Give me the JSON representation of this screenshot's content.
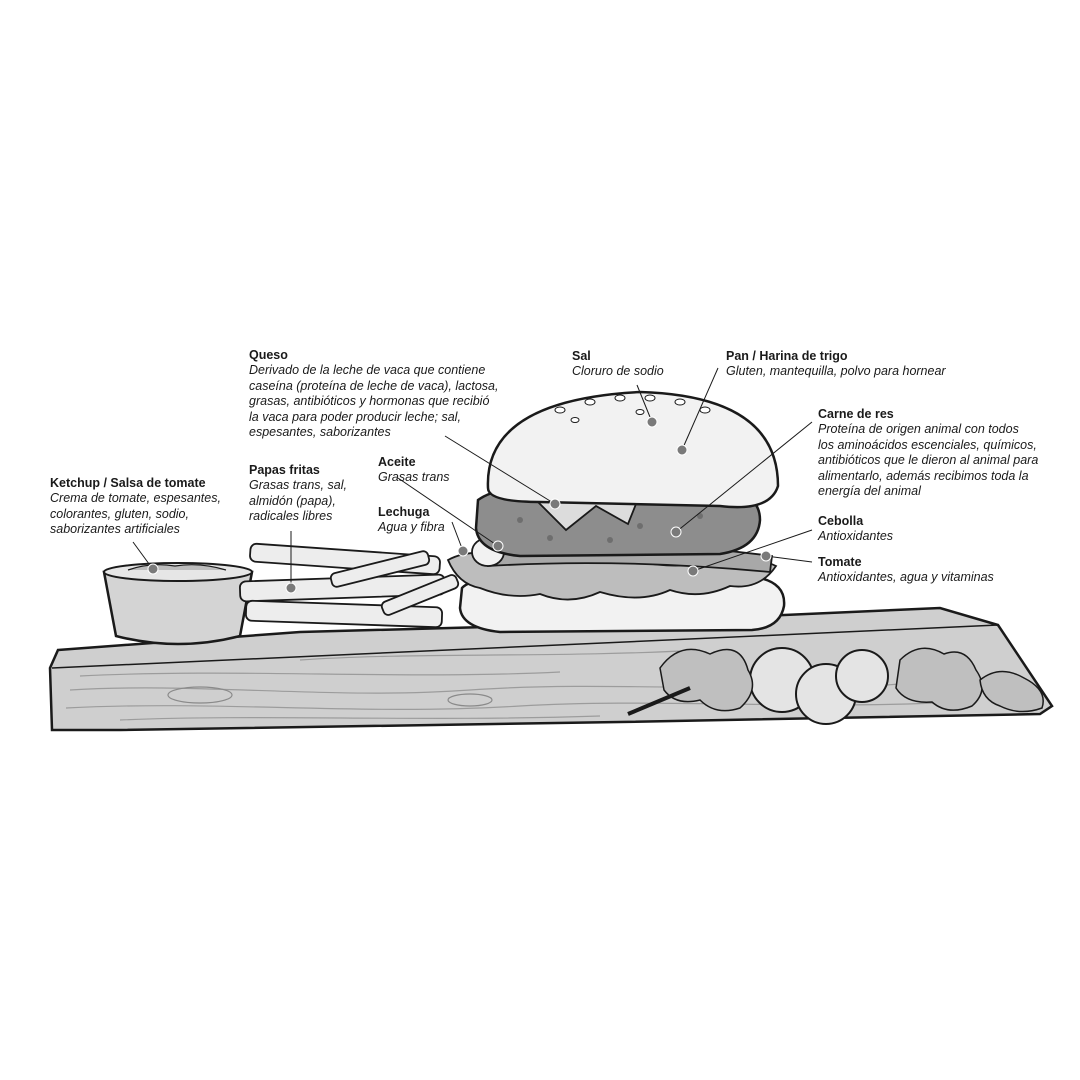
{
  "colors": {
    "ink": "#1a1a1a",
    "bun": "#f2f2f2",
    "board": "#cfcfcf",
    "bowl": "#d4d4d4",
    "patty": "#8d8d8d",
    "marker": "#7a7a7a"
  },
  "labels": {
    "queso": {
      "title": "Queso",
      "desc": "Derivado de la leche de vaca que contiene\ncaseína (proteína de leche de vaca), lactosa,\ngrasas, antibióticos y hormonas que recibió\nla vaca para poder producir leche; sal,\nespesantes, saborizantes"
    },
    "sal": {
      "title": "Sal",
      "desc": "Cloruro de sodio"
    },
    "pan": {
      "title": "Pan / Harina de trigo",
      "desc": "Gluten, mantequilla, polvo para hornear"
    },
    "carne": {
      "title": "Carne de res",
      "desc": "Proteína de origen animal con todos\nlos aminoácidos escenciales, químicos,\nantibióticos que le dieron al animal para\nalimentarlo, además recibimos toda la\nenergía del animal"
    },
    "ketchup": {
      "title": "Ketchup / Salsa de tomate",
      "desc": "Crema de tomate, espesantes,\ncolorantes, gluten, sodio,\nsaborizantes artificiales"
    },
    "papas": {
      "title": "Papas fritas",
      "desc": "Grasas trans, sal,\nalmidón (papa),\nradicales libres"
    },
    "aceite": {
      "title": "Aceite",
      "desc": "Grasas trans"
    },
    "lechuga": {
      "title": "Lechuga",
      "desc": "Agua y fibra"
    },
    "cebolla": {
      "title": "Cebolla",
      "desc": "Antioxidantes"
    },
    "tomate": {
      "title": "Tomate",
      "desc": "Antioxidantes, agua y vitaminas"
    }
  }
}
